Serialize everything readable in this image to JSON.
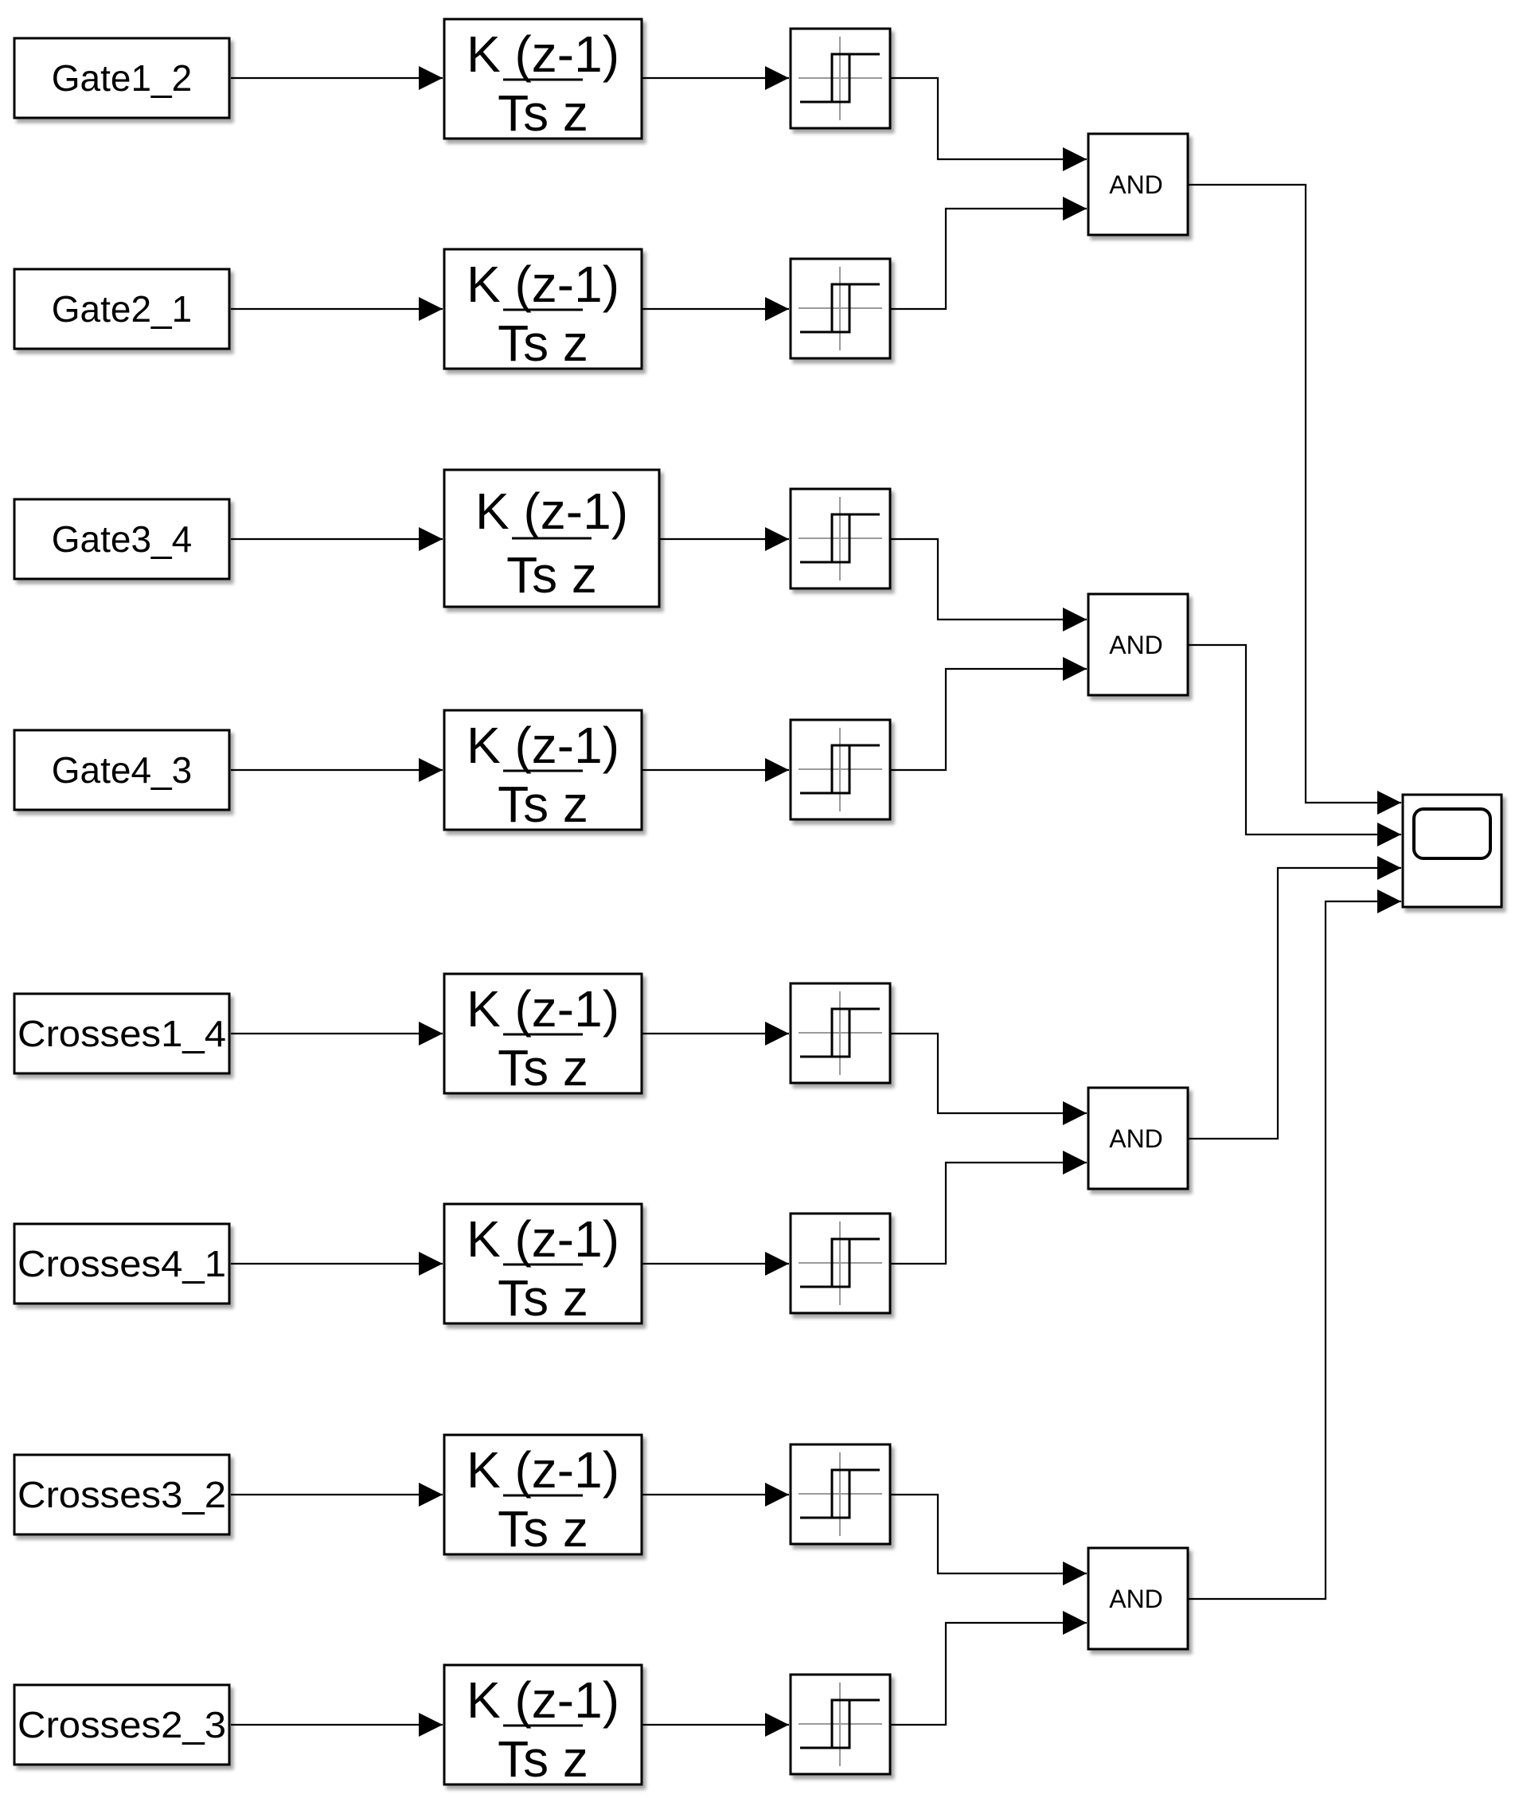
{
  "diagram": {
    "sources": [
      {
        "label": "Gate1_2"
      },
      {
        "label": "Gate2_1"
      },
      {
        "label": "Gate3_4"
      },
      {
        "label": "Gate4_3"
      },
      {
        "label": "Crosses1_4"
      },
      {
        "label": "Crosses4_1"
      },
      {
        "label": "Crosses3_2"
      },
      {
        "label": "Crosses2_3"
      }
    ],
    "transfer_function": {
      "numerator": "K (z-1)",
      "denominator": "Ts z"
    },
    "relay_icon": "relay-hysteresis-icon",
    "logic_gates": [
      {
        "label": "AND"
      },
      {
        "label": "AND"
      },
      {
        "label": "AND"
      },
      {
        "label": "AND"
      }
    ],
    "scope_icon": "scope-screen-icon",
    "scope_input_count": 4
  }
}
